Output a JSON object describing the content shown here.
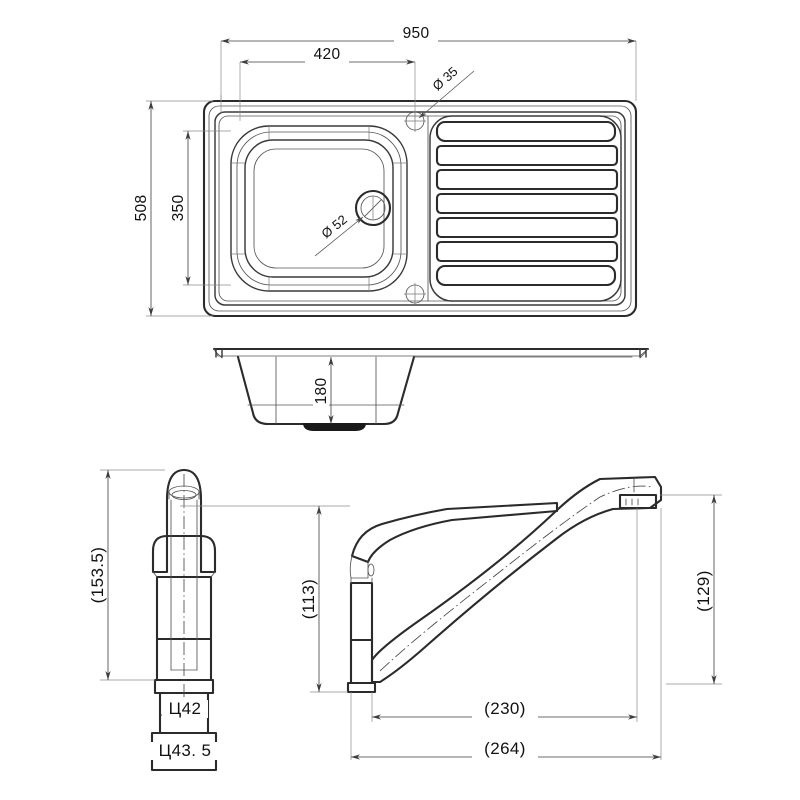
{
  "drawing": {
    "title": "Kitchen sink and mixer tap technical drawing",
    "units": "mm",
    "background_color": "#ffffff",
    "line_color": "#2b2b2b",
    "dimension_text_color": "#111111"
  },
  "views": {
    "sink_plan": {
      "name": "sink-plan-view",
      "description": "Top plan view of single bowl sink with right hand drainer",
      "dimensions": {
        "overall_width": "950",
        "bowl_offset_width": "420",
        "overall_depth": "508",
        "bowl_depth": "350",
        "tap_hole_diameter": "Ø 35",
        "waste_hole_diameter": "Ø 52"
      },
      "features": {
        "drainer_rib_count": 7,
        "tap_hole_count": 2
      }
    },
    "sink_section": {
      "name": "sink-section-view",
      "description": "Front section view of sink bowl",
      "dimensions": {
        "bowl_height": "180"
      }
    },
    "tap_front": {
      "name": "tap-front-view",
      "description": "Front elevation of single lever mixer tap",
      "dimensions": {
        "overall_height": "(153.5)",
        "base_diameter_inner": "Ц42",
        "base_diameter_outer": "Ц43. 5"
      }
    },
    "tap_side": {
      "name": "tap-side-view",
      "description": "Side elevation of single lever mixer tap with swivel spout",
      "dimensions": {
        "body_height": "(113)",
        "spout_height": "(129)",
        "spout_reach": "(230)",
        "overall_reach": "(264)"
      }
    }
  }
}
